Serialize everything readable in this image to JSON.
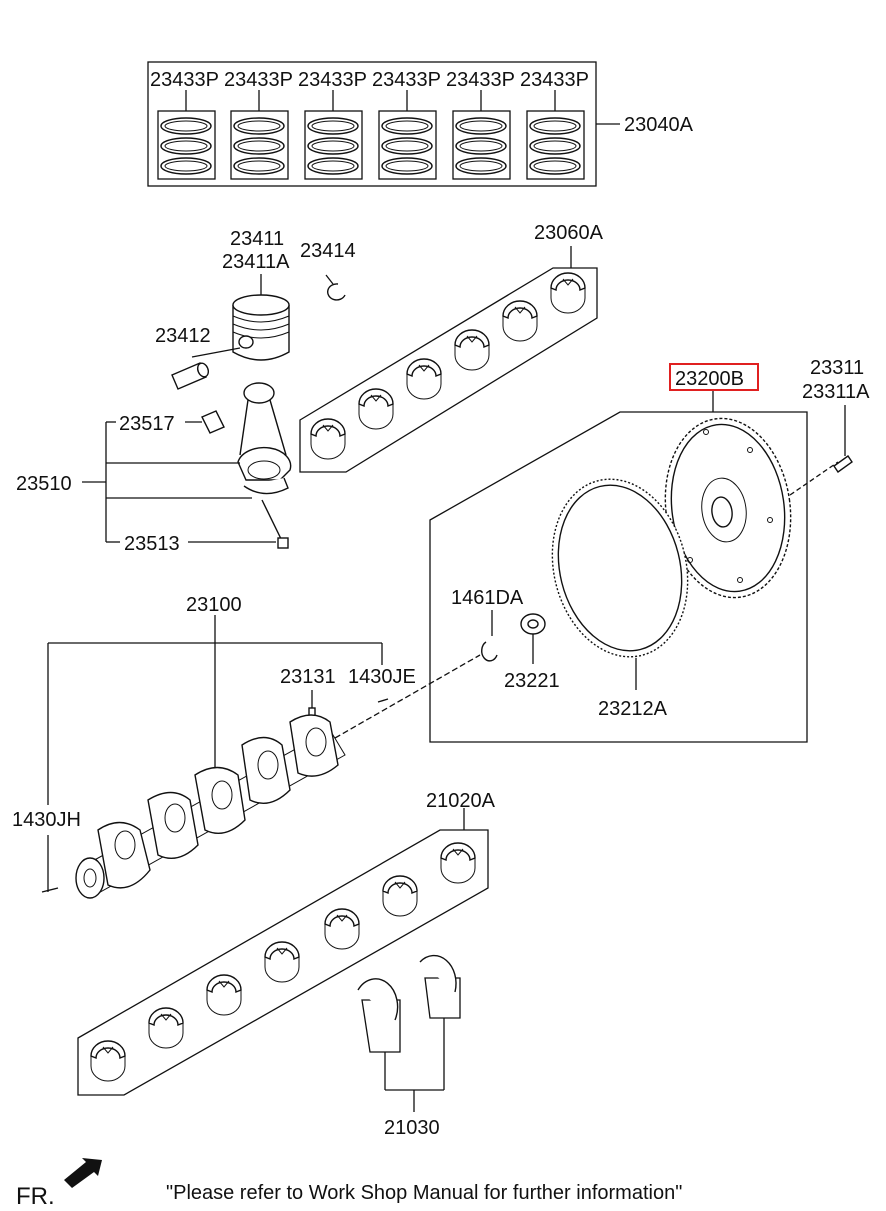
{
  "labels": {
    "ring_set": [
      "23433P",
      "23433P",
      "23433P",
      "23433P",
      "23433P",
      "23433P"
    ],
    "ring_assembly": "23040A",
    "piston_a": "23411",
    "piston_b": "23411A",
    "snap_ring": "23414",
    "piston_pin": "23412",
    "upper_bearings": "23060A",
    "flywheel": "23200B",
    "bolt_a": "23311",
    "bolt_b": "23311A",
    "bushing": "23517",
    "conrod": "23510",
    "conrod_bolt": "23513",
    "crankshaft": "23100",
    "seal_ring": "1461DA",
    "bushing_2": "23221",
    "ring_gear": "23212A",
    "key": "23131",
    "pin_e": "1430JE",
    "pin_h": "1430JH",
    "lower_bearings": "21020A",
    "thrust_washer": "21030",
    "front": "FR.",
    "note": "\"Please refer to Work Shop Manual for further information\""
  },
  "highlight_color": "#e02020"
}
